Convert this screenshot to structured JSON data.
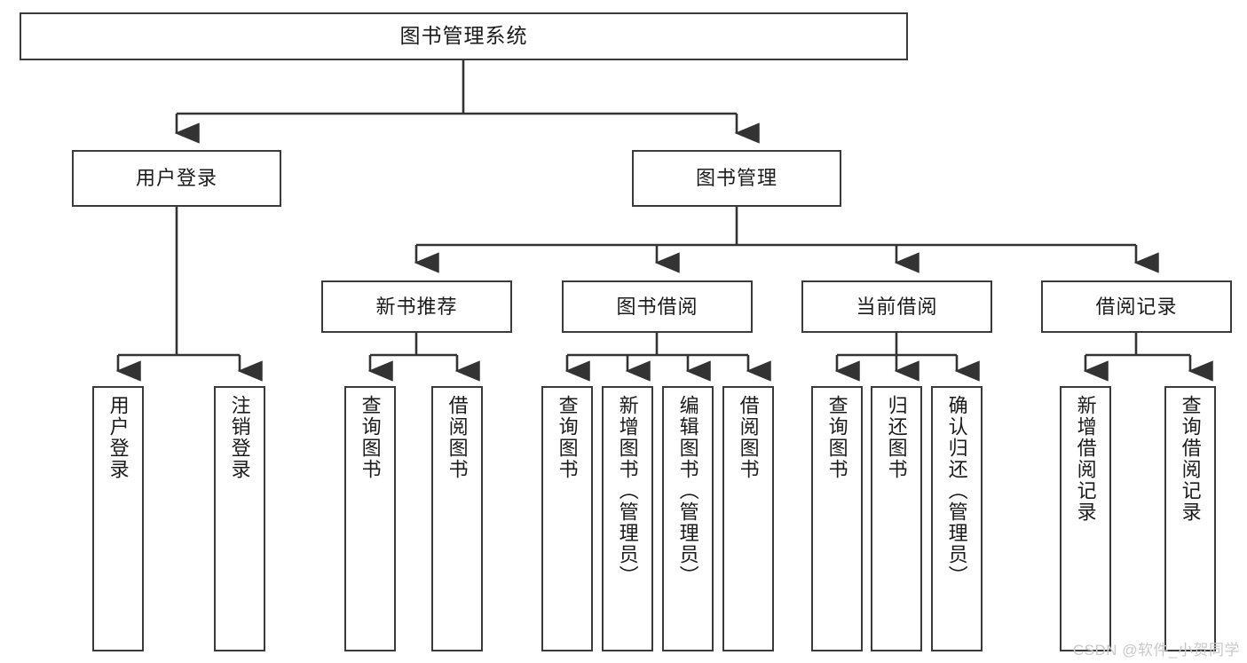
{
  "diagram": {
    "type": "tree-hierarchy-chart",
    "title_node": {
      "label": "图书管理系统"
    },
    "level2": [
      {
        "id": "user-login",
        "label": "用户登录"
      },
      {
        "id": "book-management",
        "label": "图书管理"
      }
    ],
    "level3": [
      {
        "id": "new-book-recommend",
        "label": "新书推荐"
      },
      {
        "id": "book-borrow",
        "label": "图书借阅"
      },
      {
        "id": "current-borrow",
        "label": "当前借阅"
      },
      {
        "id": "borrow-record",
        "label": "借阅记录"
      }
    ],
    "leaves": [
      {
        "id": "leaf-user-login",
        "parent": "user-login",
        "label": "用户登录"
      },
      {
        "id": "leaf-logout-login",
        "parent": "user-login",
        "label": "注销登录"
      },
      {
        "id": "leaf-query-book-1",
        "parent": "new-book-recommend",
        "label": "查询图书"
      },
      {
        "id": "leaf-borrow-book-1",
        "parent": "new-book-recommend",
        "label": "借阅图书"
      },
      {
        "id": "leaf-query-book-2",
        "parent": "book-borrow",
        "label": "查询图书"
      },
      {
        "id": "leaf-add-book",
        "parent": "book-borrow",
        "label": "新增图书（管理员）"
      },
      {
        "id": "leaf-edit-book",
        "parent": "book-borrow",
        "label": "编辑图书（管理员）"
      },
      {
        "id": "leaf-borrow-book-2",
        "parent": "book-borrow",
        "label": "借阅图书"
      },
      {
        "id": "leaf-query-book-3",
        "parent": "current-borrow",
        "label": "查询图书"
      },
      {
        "id": "leaf-return-book",
        "parent": "current-borrow",
        "label": "归还图书"
      },
      {
        "id": "leaf-confirm-return",
        "parent": "current-borrow",
        "label": "确认归还（管理员）"
      },
      {
        "id": "leaf-add-record",
        "parent": "borrow-record",
        "label": "新增借阅记录"
      },
      {
        "id": "leaf-query-record",
        "parent": "borrow-record",
        "label": "查询借阅记录"
      }
    ],
    "colors": {
      "box_border": "#3b3b3b",
      "box_fill": "#ffffff",
      "connector": "#333333",
      "text": "#1b1b1b",
      "watermark": "#c9c9c9"
    }
  },
  "watermark": {
    "text": "CSDN @软件_小贺同学"
  }
}
